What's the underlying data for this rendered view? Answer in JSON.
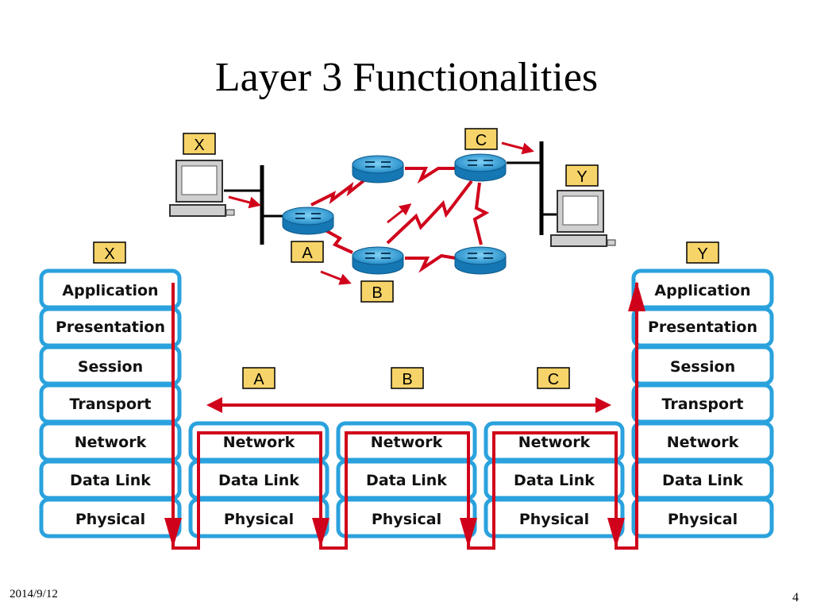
{
  "slide": {
    "title": "Layer 3 Functionalities",
    "date": "2014/9/12",
    "page_number": "4"
  },
  "hosts": {
    "source_label": "X",
    "destination_label": "Y"
  },
  "routers": {
    "a_label": "A",
    "b_label": "B",
    "c_label": "C"
  },
  "stacks": {
    "source_layers": [
      "Application",
      "Presentation",
      "Session",
      "Transport",
      "Network",
      "Data Link",
      "Physical"
    ],
    "router_layers": [
      "Network",
      "Data Link",
      "Physical"
    ],
    "destination_layers": [
      "Application",
      "Presentation",
      "Session",
      "Transport",
      "Network",
      "Data Link",
      "Physical"
    ]
  },
  "colors": {
    "stack_border": "#2aa2dd",
    "path_red": "#d0021b",
    "tag_fill": "#f7d469",
    "router_blue": "#2a9fd8"
  }
}
